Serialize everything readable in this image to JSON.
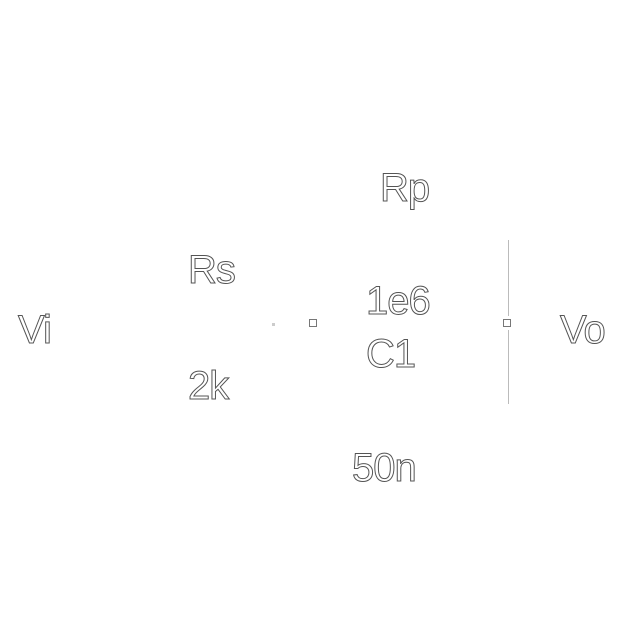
{
  "labels": {
    "vi": "Vi",
    "vo": "Vo",
    "rs_name": "Rs",
    "rs_value": "2k",
    "rp_name": "Rp",
    "rp_value": "1e6",
    "c1_name": "C1",
    "c1_value": "50n"
  },
  "colors": {
    "background": "#ffffff",
    "text_fill": "#ffffff",
    "text_outline": "#555555",
    "wire": "#bbbbbb",
    "node": "#777777"
  }
}
